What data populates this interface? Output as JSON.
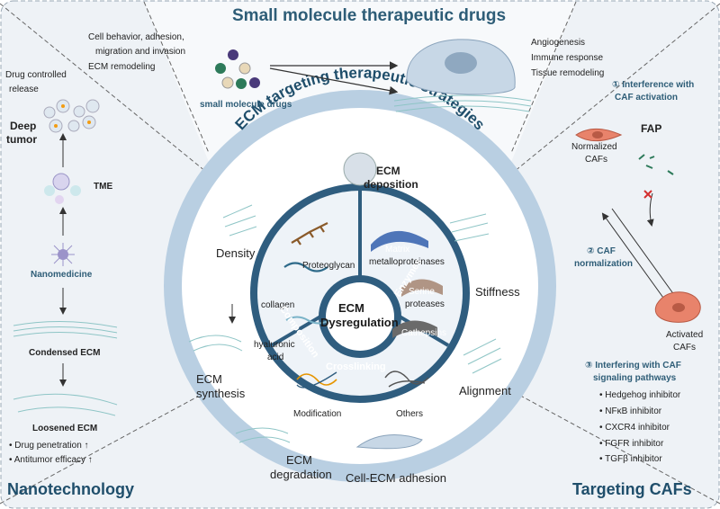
{
  "colors": {
    "ring_outer": "#b9cfe2",
    "ring_inner": "#dbe6f0",
    "core": "#2f5d7f",
    "panel_bg": "#eef2f6",
    "accent": "#2e5d77",
    "caf": "#e8836b"
  },
  "top": {
    "title": "Small molecule therapeutic drugs",
    "left_list": [
      "Cell behavior, adhesion,",
      "migration and invasion",
      "ECM remodeling"
    ],
    "right_list": [
      "Angiogenesis",
      "Immune response",
      "Tissue remodeling"
    ],
    "drugs_label": "small molecule drugs"
  },
  "left": {
    "title": "Nanotechnology",
    "drug_release": [
      "Drug controlled",
      "release"
    ],
    "deep_tumor": [
      "Deep",
      "tumor"
    ],
    "tme": "TME",
    "nanomedicine": "Nanomedicine",
    "condensed": "Condensed ECM",
    "loosened": "Loosened ECM",
    "effects": [
      "Drug penetration ↑",
      "Antitumor efficacy ↑"
    ]
  },
  "right": {
    "title": "Targeting CAFs",
    "step1": [
      "① Interference with",
      "CAF activation"
    ],
    "fap": "FAP",
    "normalized": [
      "Normalized",
      "CAFs"
    ],
    "step2": [
      "② CAF",
      "normalization"
    ],
    "activated": [
      "Activated",
      "CAFs"
    ],
    "step3": [
      "③ Interfering with CAF",
      "signaling pathways"
    ],
    "inhibitors": [
      "Hedgehog inhibitor",
      "NFκB inhibitor",
      "CXCR4 inhibitor",
      "FGFR inhibitor",
      "TGFβ inhibitor"
    ]
  },
  "circle": {
    "arc_title": "ECM targeting therapeutic strategies",
    "deposition": [
      "ECM",
      "deposition"
    ],
    "density": "Density",
    "synthesis": [
      "ECM",
      "synthesis"
    ],
    "degradation": [
      "ECM",
      "degradation"
    ],
    "adhesion": "Cell-ECM adhesion",
    "alignment": "Alignment",
    "stiffness": "Stiffness",
    "center": [
      "ECM",
      "Dysregulation"
    ],
    "composition": "Composition",
    "enzymes": "Enzymes",
    "crosslinking": "Crosslinking",
    "proteoglycan": "Proteoglycan",
    "collagen": "collagen",
    "hyaluronic": [
      "hyaluronic",
      "acid"
    ],
    "matrix": [
      "Matrix",
      "metalloproteinases"
    ],
    "serine": [
      "Serine",
      "proteases"
    ],
    "cathepsins": "Cathepsins",
    "modification": "Modification",
    "others": "Others"
  }
}
